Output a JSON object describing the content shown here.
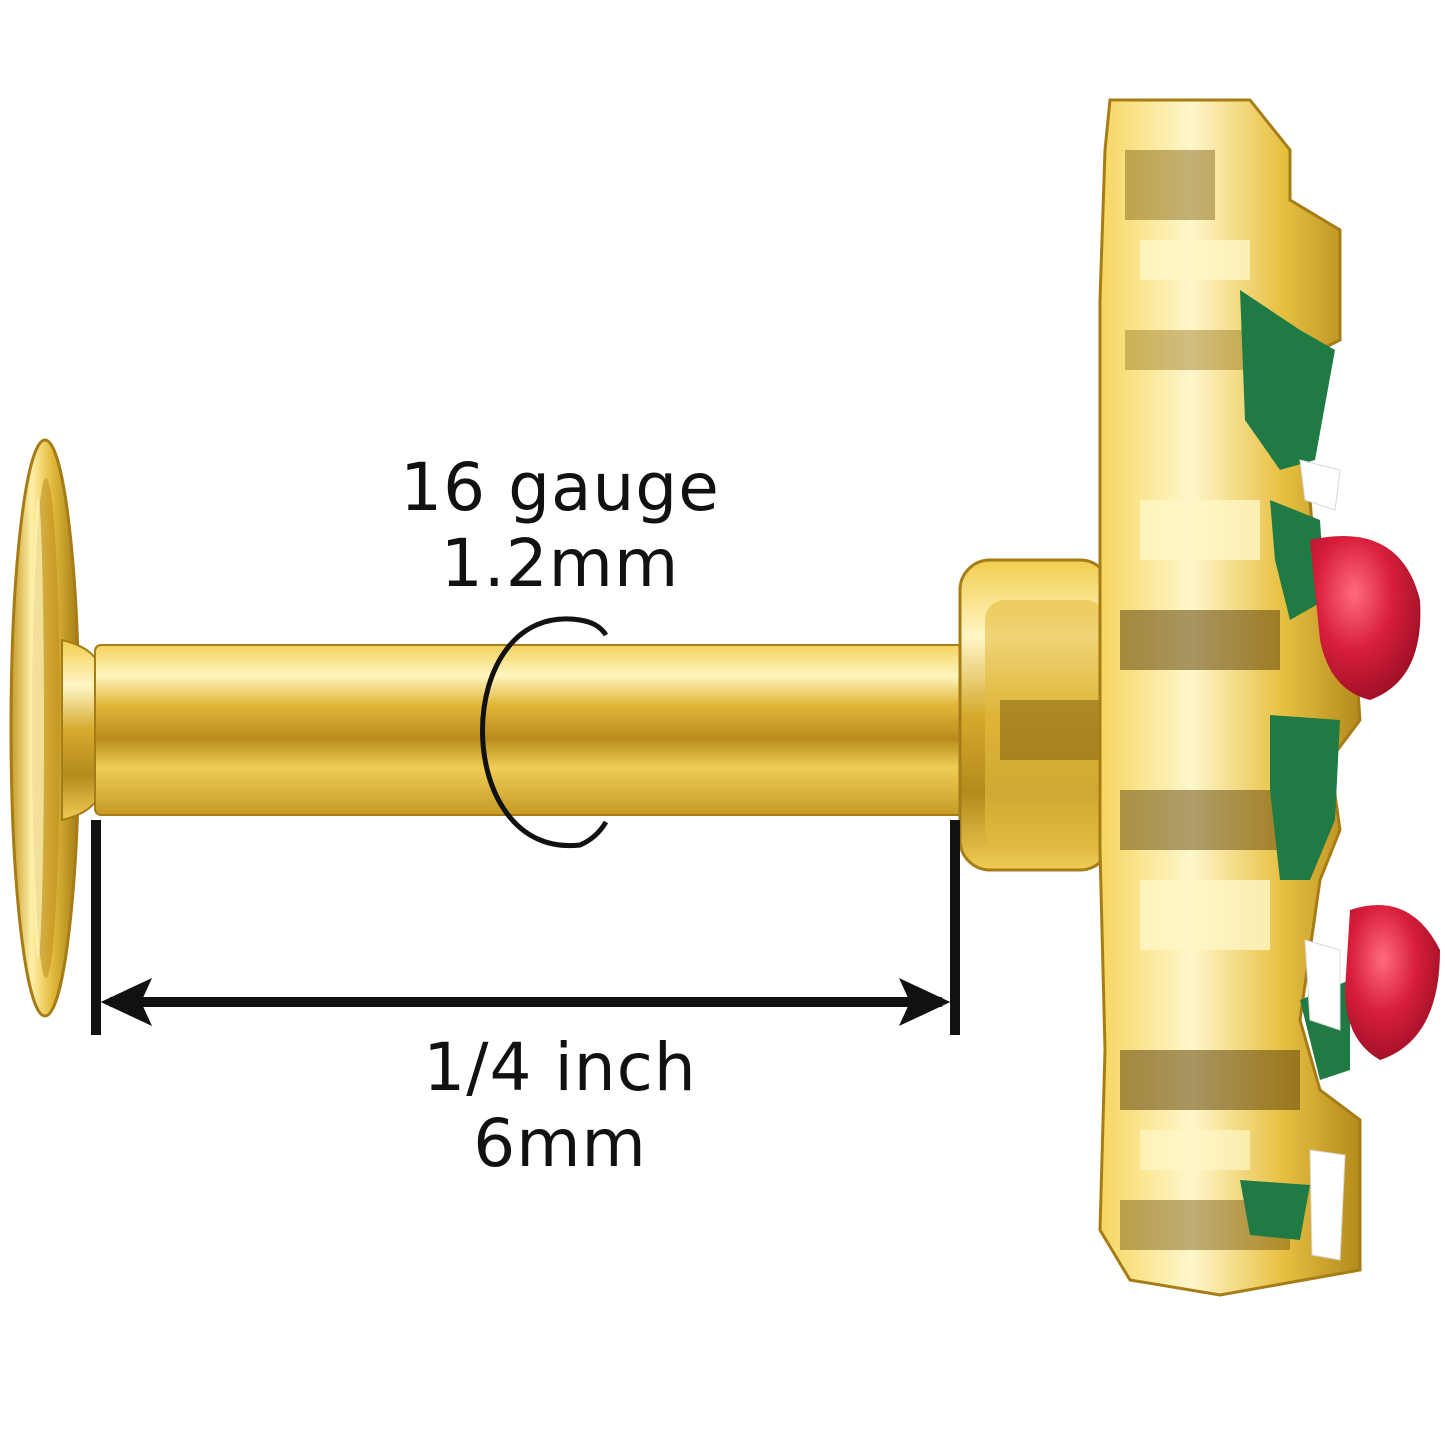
{
  "product": {
    "name": "gold labret stud with enamel holly charm"
  },
  "gauge": {
    "label": "16 gauge",
    "metric": "1.2mm"
  },
  "length": {
    "label": "1/4 inch",
    "metric": "6mm"
  },
  "colors": {
    "gold": "#e9c24a",
    "gold_dark": "#a9821a",
    "gold_light": "#fff3b5",
    "enamel_green": "#1f7a43",
    "enamel_red": "#d81e3c",
    "enamel_white": "#ffffff",
    "annotation": "#111111"
  }
}
